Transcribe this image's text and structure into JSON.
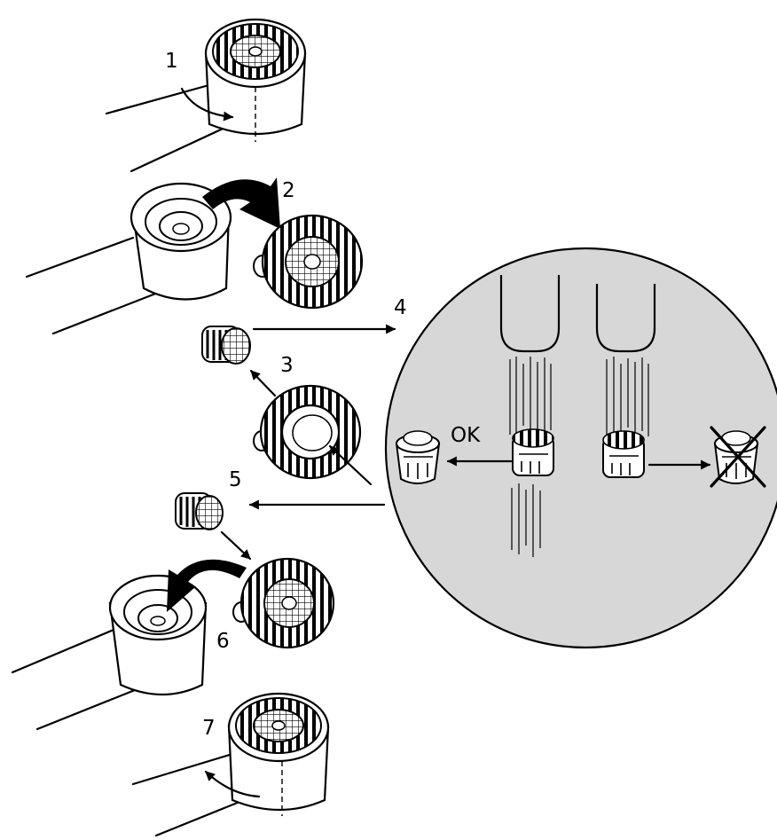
{
  "steps": [
    {
      "label": "1"
    },
    {
      "label": "2"
    },
    {
      "label": "3"
    },
    {
      "label": "4"
    },
    {
      "label": "5"
    },
    {
      "label": "6"
    },
    {
      "label": "7"
    }
  ],
  "inset": {
    "ok_label": "OK"
  },
  "colors": {
    "inset_fill": "#d7d7d7",
    "line": "#000000",
    "background": "#ffffff"
  },
  "icons": [
    "arrow-icon",
    "curved-arrow-icon",
    "cross-icon"
  ]
}
